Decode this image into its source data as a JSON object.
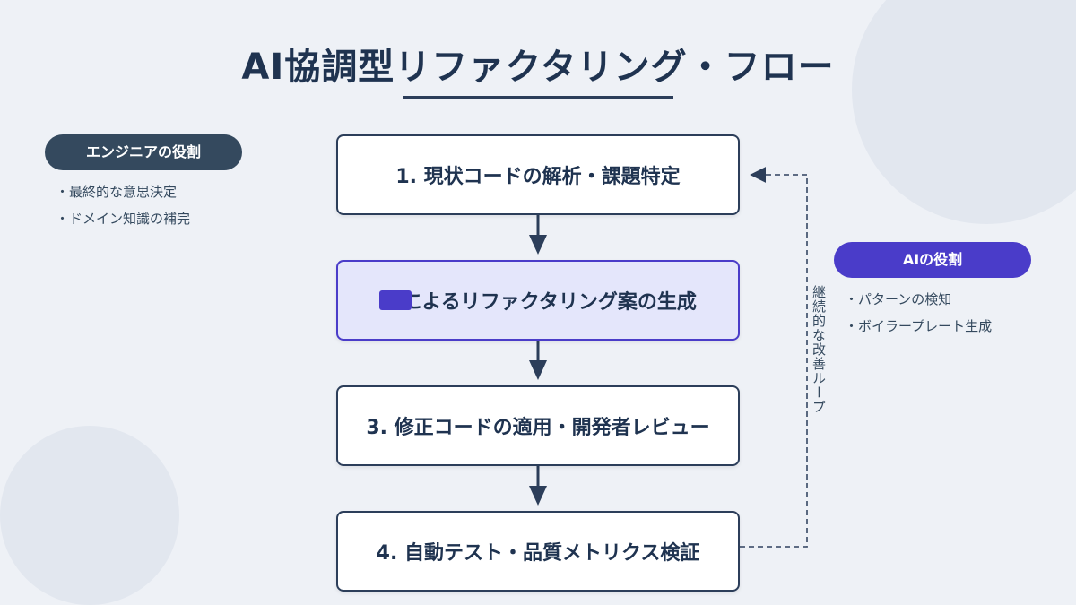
{
  "title": "AI協調型リファクタリング・フロー",
  "roles": {
    "engineer": {
      "label": "エンジニアの役割",
      "items": [
        "・最終的な意思決定",
        "・ドメイン知識の補完"
      ]
    },
    "ai": {
      "label": "AIの役割",
      "items": [
        "・パターンの検知",
        "・ボイラープレート生成"
      ]
    }
  },
  "steps": [
    {
      "label": "1. 現状コードの解析・課題特定"
    },
    {
      "label": "AIによるリファクタリング案の生成"
    },
    {
      "label": "3. 修正コードの適用・開発者レビュー"
    },
    {
      "label": "4. 自動テスト・品質メトリクス検証"
    }
  ],
  "loop_label": "継続的な改善ループ",
  "colors": {
    "primary": "#2c3e5a",
    "ai_accent": "#4a3cc9",
    "ai_step_fill": "#e4e6fb",
    "background": "#eef1f6"
  }
}
